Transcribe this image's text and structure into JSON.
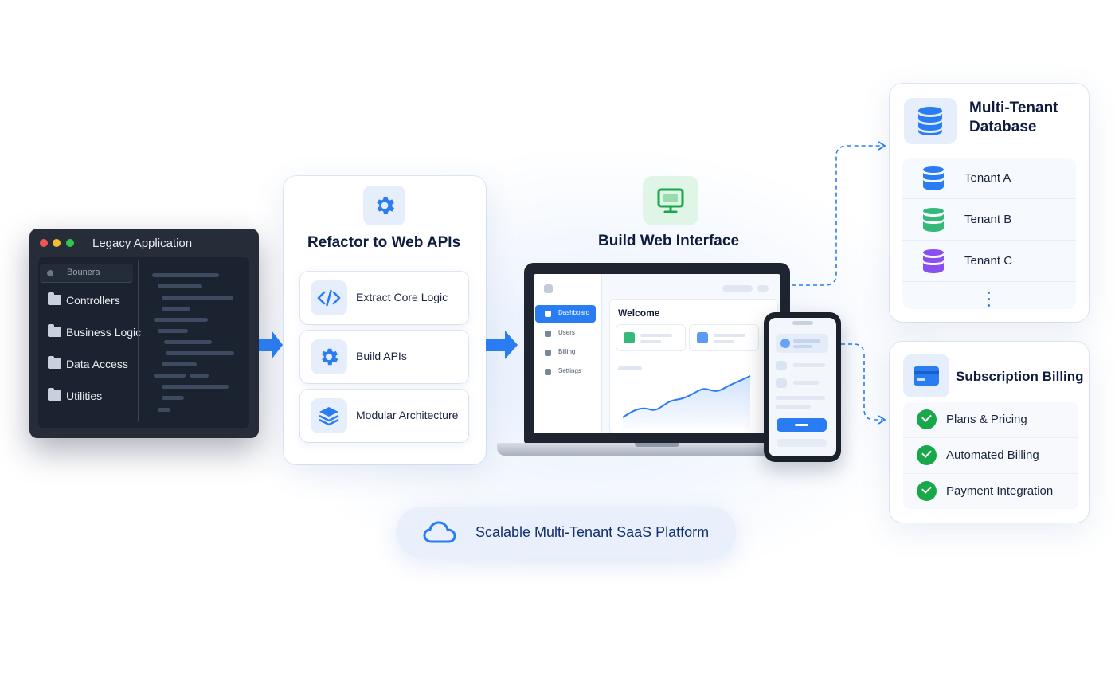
{
  "legacy": {
    "title": "Legacy Application",
    "side_header": "Bounera",
    "folders": [
      "Controllers",
      "Business Logic",
      "Data Access",
      "Utilities"
    ]
  },
  "refactor": {
    "title": "Refactor to Web APIs",
    "items": [
      {
        "label": "Extract Core Logic",
        "icon": "code-icon"
      },
      {
        "label": "Build APIs",
        "icon": "gear-icon"
      },
      {
        "label": "Modular Architecture",
        "icon": "layers-icon"
      }
    ]
  },
  "web": {
    "title": "Build Web Interface",
    "nav": [
      "Dashboard",
      "Users",
      "Billing",
      "Settings"
    ],
    "welcome": "Welcome"
  },
  "database": {
    "title_line1": "Multi-Tenant",
    "title_line2": "Database",
    "tenants": [
      {
        "label": "Tenant A",
        "color": "#2a7cf2"
      },
      {
        "label": "Tenant B",
        "color": "#34b97a"
      },
      {
        "label": "Tenant C",
        "color": "#8a4ff0"
      }
    ]
  },
  "billing": {
    "title": "Subscription Billing",
    "items": [
      "Plans & Pricing",
      "Automated Billing",
      "Payment Integration"
    ]
  },
  "platform": {
    "label": "Scalable Multi-Tenant SaaS Platform"
  },
  "colors": {
    "accent": "#2a7cf2",
    "success": "#17a84a",
    "dark": "#262d38"
  }
}
